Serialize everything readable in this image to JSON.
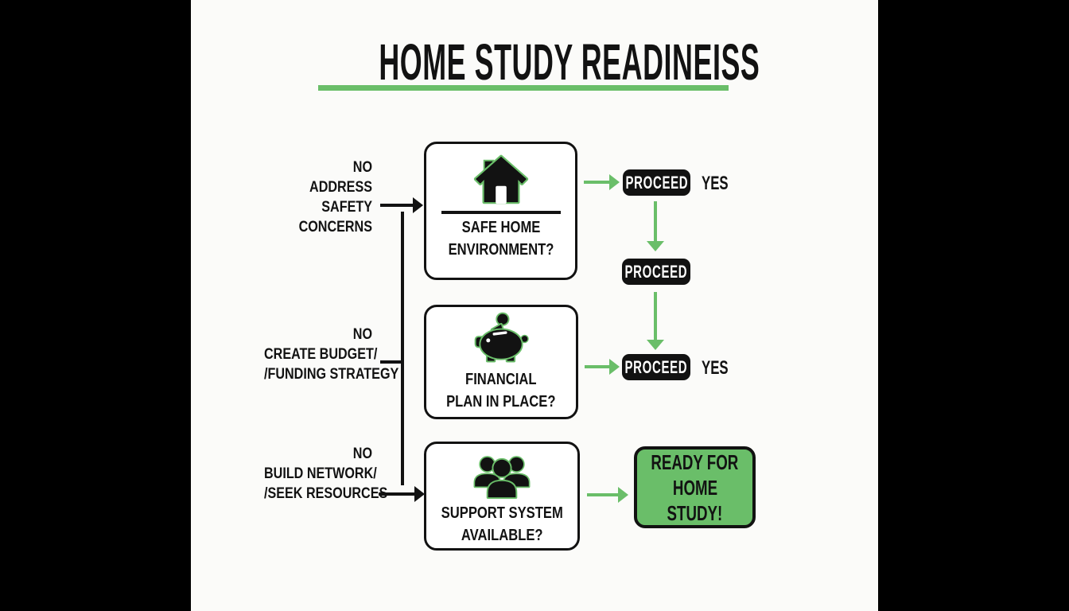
{
  "colors": {
    "accent_green": "#6abe69",
    "ink_black": "#121212",
    "card_white": "#ffffff",
    "canvas_offwhite": "#fbfbf9",
    "letterbox_black": "#000000",
    "proceed_text": "#ffffff"
  },
  "title": {
    "text": "HOME STUDY READINEISS"
  },
  "steps": [
    {
      "icon": "house-icon",
      "lines": [
        "SAFE HOME",
        "ENVIRONMENT?"
      ]
    },
    {
      "icon": "piggy-bank-icon",
      "lines": [
        "FINANCIAL",
        "PLAN IN PLACE?"
      ]
    },
    {
      "icon": "people-group-icon",
      "lines": [
        "SUPPORT SYSTEM",
        "AVAILABLE?"
      ]
    }
  ],
  "no_branches": [
    {
      "lines": [
        "NO",
        "ADDRESS",
        "SAFETY",
        "CONCERNS"
      ]
    },
    {
      "lines": [
        "NO",
        "CREATE BUDGET/",
        "/FUNDING STRATEGY"
      ]
    },
    {
      "lines": [
        "NO",
        "BUILD NETWORK/",
        "/SEEK RESOURCES"
      ]
    }
  ],
  "yes_path": {
    "proceed_labels": [
      "PROCEED",
      "PROCEED",
      "PROCEED"
    ],
    "yes_labels": [
      "YES",
      "YES"
    ]
  },
  "result": {
    "lines": [
      "READY FOR",
      "HOME",
      "STUDY!"
    ]
  }
}
